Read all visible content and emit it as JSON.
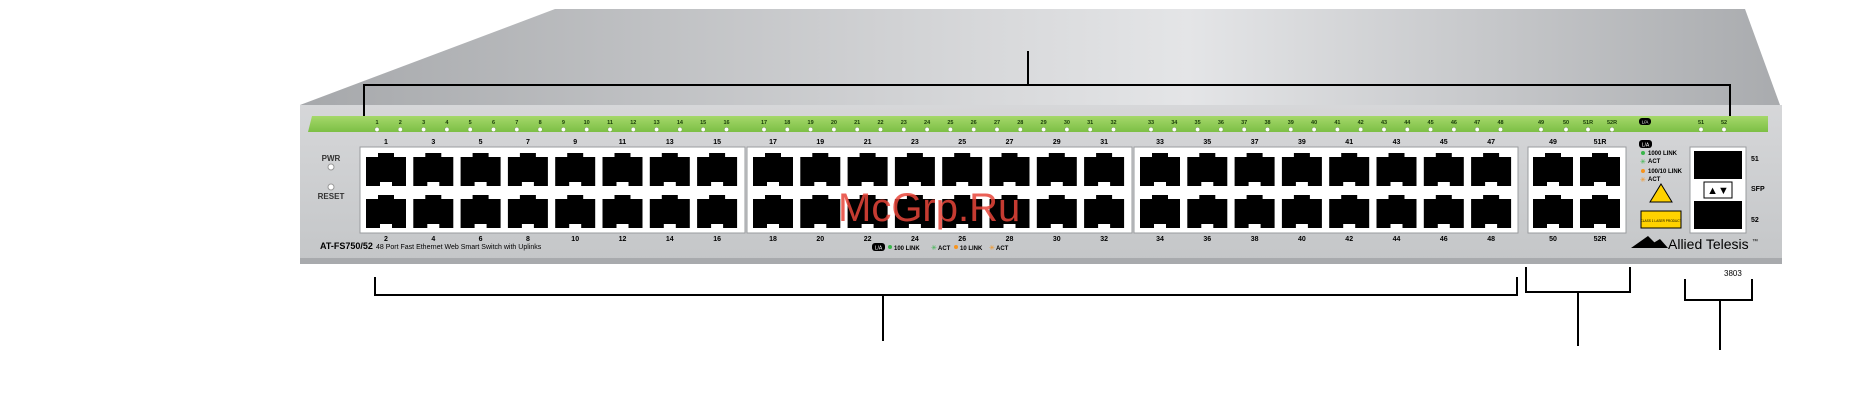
{
  "model": {
    "name": "AT-FS750/52",
    "description": "48 Port Fast Ethernet Web Smart Switch with Uplinks"
  },
  "brand": {
    "name": "Allied Telesis",
    "trademark": "™"
  },
  "figure_id": "3803",
  "watermark": "McGrp.Ru",
  "left_panel": {
    "pwr_label": "PWR",
    "reset_label": "RESET"
  },
  "port_numbers": {
    "top_odd": [
      "1",
      "3",
      "5",
      "7",
      "9",
      "11",
      "13",
      "15",
      "17",
      "19",
      "21",
      "23",
      "25",
      "27",
      "29",
      "31",
      "33",
      "35",
      "37",
      "39",
      "41",
      "43",
      "45",
      "47"
    ],
    "bottom_even": [
      "2",
      "4",
      "6",
      "8",
      "10",
      "12",
      "14",
      "16",
      "18",
      "20",
      "22",
      "24",
      "26",
      "28",
      "30",
      "32",
      "34",
      "36",
      "38",
      "40",
      "42",
      "44",
      "46",
      "48"
    ],
    "uplink_top": [
      "49",
      "51R"
    ],
    "uplink_bottom": [
      "50",
      "52R"
    ]
  },
  "led_strip_labels": [
    "1",
    "2",
    "3",
    "4",
    "5",
    "6",
    "7",
    "8",
    "9",
    "10",
    "11",
    "12",
    "13",
    "14",
    "15",
    "16",
    "17",
    "18",
    "19",
    "20",
    "21",
    "22",
    "23",
    "24",
    "25",
    "26",
    "27",
    "28",
    "29",
    "30",
    "31",
    "32",
    "33",
    "34",
    "35",
    "36",
    "37",
    "38",
    "39",
    "40",
    "41",
    "42",
    "43",
    "44",
    "45",
    "46",
    "47",
    "48",
    "49",
    "50",
    "51R",
    "52R",
    "L/A",
    "51",
    "52"
  ],
  "legend_right": {
    "la_badge": "L/A",
    "items": [
      "1000 LINK",
      "ACT",
      "100/10 LINK",
      "ACT"
    ]
  },
  "legend_bottom": {
    "la_badge": "L/A",
    "items": [
      "100 LINK",
      "ACT",
      "10 LINK",
      "ACT"
    ]
  },
  "sfp": {
    "label_51": "51",
    "label_sfp": "SFP",
    "label_52": "52",
    "laser_label": "CLASS 1 LASER PRODUCT"
  },
  "colors": {
    "strip_green": "#8ccc50",
    "chassis_light": "#e2e3e5",
    "chassis_dark": "#b9bbbe",
    "port_black": "#000000",
    "led_green": "#39b54a",
    "led_orange": "#f7941d",
    "laser_yellow": "#ffd200"
  }
}
